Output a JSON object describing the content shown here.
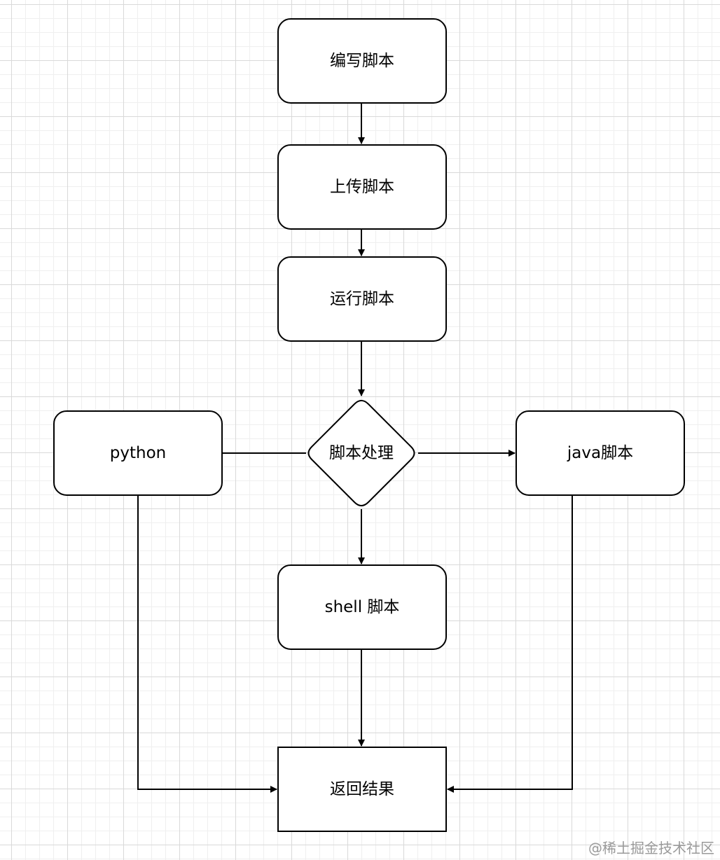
{
  "nodes": {
    "write": "编写脚本",
    "upload": "上传脚本",
    "run": "运行脚本",
    "decision": "脚本处理",
    "python": "python",
    "java": "java脚本",
    "shell": "shell 脚本",
    "result": "返回结果"
  },
  "watermark": "@稀土掘金技术社区",
  "colors": {
    "stroke": "#000000",
    "fill": "#ffffff",
    "grid": "#d9d9d9"
  }
}
